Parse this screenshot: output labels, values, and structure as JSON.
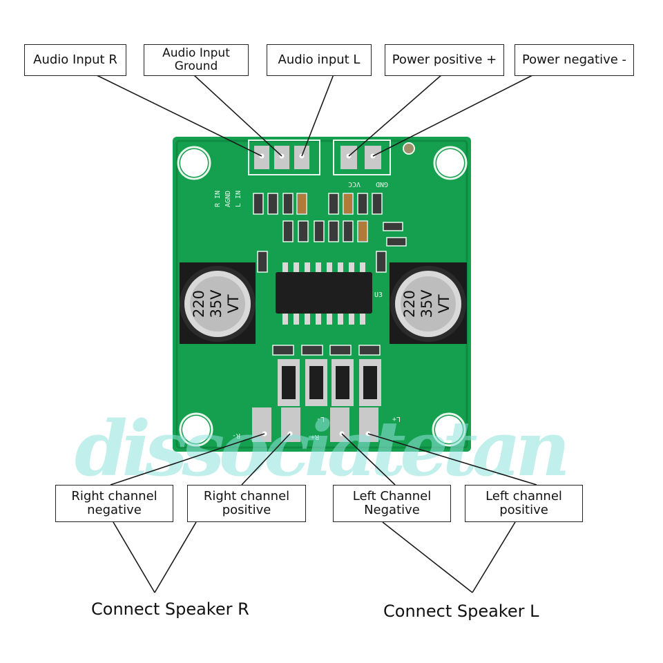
{
  "top_labels": [
    {
      "id": "audio-input-r",
      "text": "Audio Input R"
    },
    {
      "id": "audio-input-ground",
      "text": "Audio Input\nGround"
    },
    {
      "id": "audio-input-l",
      "text": "Audio input L"
    },
    {
      "id": "power-positive",
      "text": "Power positive +"
    },
    {
      "id": "power-negative",
      "text": "Power negative -"
    }
  ],
  "bottom_labels": [
    {
      "id": "right-channel-negative",
      "text": "Right channel\nnegative"
    },
    {
      "id": "right-channel-positive",
      "text": "Right channel\npositive"
    },
    {
      "id": "left-channel-negative",
      "text": "Left Channel\nNegative"
    },
    {
      "id": "left-channel-positive",
      "text": "Left channel\npositive"
    }
  ],
  "groups": {
    "speaker_r": "Connect Speaker R",
    "speaker_l": "Connect Speaker L"
  },
  "board": {
    "input_silk": [
      "R IN",
      "AGND",
      "L IN"
    ],
    "power_silk": [
      "VCC",
      "GND"
    ],
    "output_silk": [
      "R-",
      "R+",
      "L-",
      "L+"
    ],
    "chip_label": "U3",
    "capacitor_left": [
      "220",
      "35V",
      "VT"
    ],
    "capacitor_right": [
      "220",
      "35V",
      "VT"
    ]
  },
  "watermark": "dissociatetan",
  "colors": {
    "pcb": "#14a04e",
    "pcb_dark": "#0f8a42",
    "pad": "#c9c9c9",
    "line": "#1a1a1a"
  }
}
